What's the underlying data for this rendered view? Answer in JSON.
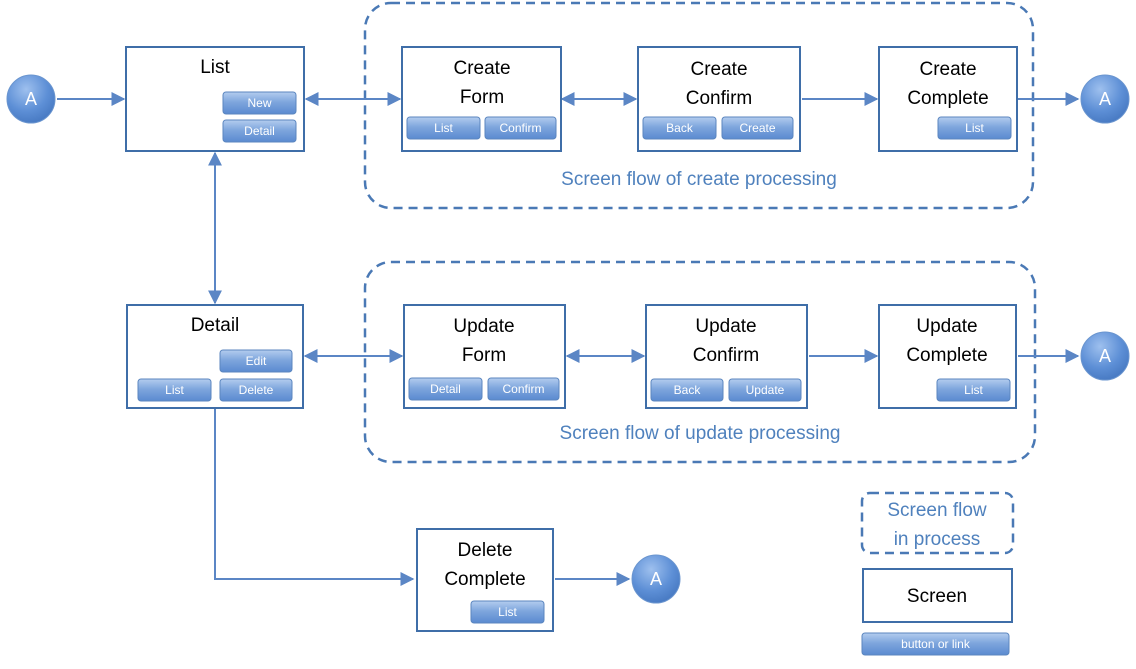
{
  "connector_label": "A",
  "screens": {
    "list": {
      "title": [
        "List"
      ],
      "buttons": [
        "New",
        "Detail"
      ]
    },
    "create_form": {
      "title": [
        "Create",
        "Form"
      ],
      "buttons": [
        "List",
        "Confirm"
      ]
    },
    "create_confirm": {
      "title": [
        "Create",
        "Confirm"
      ],
      "buttons": [
        "Back",
        "Create"
      ]
    },
    "create_complete": {
      "title": [
        "Create",
        "Complete"
      ],
      "buttons": [
        "List"
      ]
    },
    "detail": {
      "title": [
        "Detail"
      ],
      "buttons": [
        "Edit",
        "List",
        "Delete"
      ]
    },
    "update_form": {
      "title": [
        "Update",
        "Form"
      ],
      "buttons": [
        "Detail",
        "Confirm"
      ]
    },
    "update_confirm": {
      "title": [
        "Update",
        "Confirm"
      ],
      "buttons": [
        "Back",
        "Update"
      ]
    },
    "update_complete": {
      "title": [
        "Update",
        "Complete"
      ],
      "buttons": [
        "List"
      ]
    },
    "delete_complete": {
      "title": [
        "Delete",
        "Complete"
      ],
      "buttons": [
        "List"
      ]
    }
  },
  "groups": {
    "create": "Screen flow of create processing",
    "update": "Screen flow of update processing"
  },
  "legend": {
    "flow": [
      "Screen flow",
      "in process"
    ],
    "screen": "Screen",
    "button": "button or link"
  },
  "colors": {
    "accent": "#4f81bd",
    "border": "#3f6ea8",
    "button_top": "#a9c4ea",
    "button_bottom": "#5e8dd0"
  }
}
